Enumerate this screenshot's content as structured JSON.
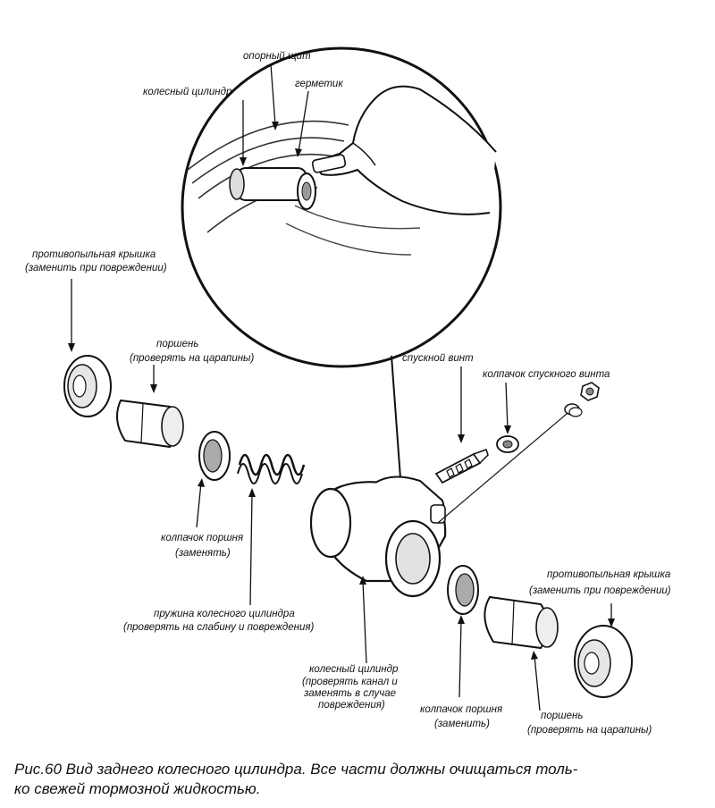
{
  "labels": {
    "support_shield": "опорный щит",
    "wheel_cylinder_top": "колесный цилиндр",
    "sealant": "герметик",
    "dust_cover_left": "противопыльная крышка",
    "dust_cover_left_note": "(заменить при повреждении)",
    "piston_top": "поршень",
    "piston_top_note": "(проверять на царапины)",
    "bleed_screw": "спускной винт",
    "bleed_screw_cap": "колпачок спускного винта",
    "piston_cup_left": "колпачок поршня",
    "piston_cup_left_note": "(заменять)",
    "spring": "пружина колесного цилиндра",
    "spring_note": "(проверять на слабину и повреждения)",
    "dust_cover_right": "противопыльная крышка",
    "dust_cover_right_note": "(заменить при повреждении)",
    "wheel_cylinder": "колесный цилиндр",
    "wheel_cylinder_note1": "(проверять канал и",
    "wheel_cylinder_note2": "заменять в случае",
    "wheel_cylinder_note3": "повреждения)",
    "piston_cup_right": "колпачок поршня",
    "piston_cup_right_note": "(заменить)",
    "piston_bottom": "поршень",
    "piston_bottom_note": "(проверять на царапины)"
  },
  "caption": {
    "line1": "Рис.60  Вид заднего колесного цилиндра. Все части должны очищаться толь-",
    "line2": "ко свежей тормозной жидкостью."
  }
}
